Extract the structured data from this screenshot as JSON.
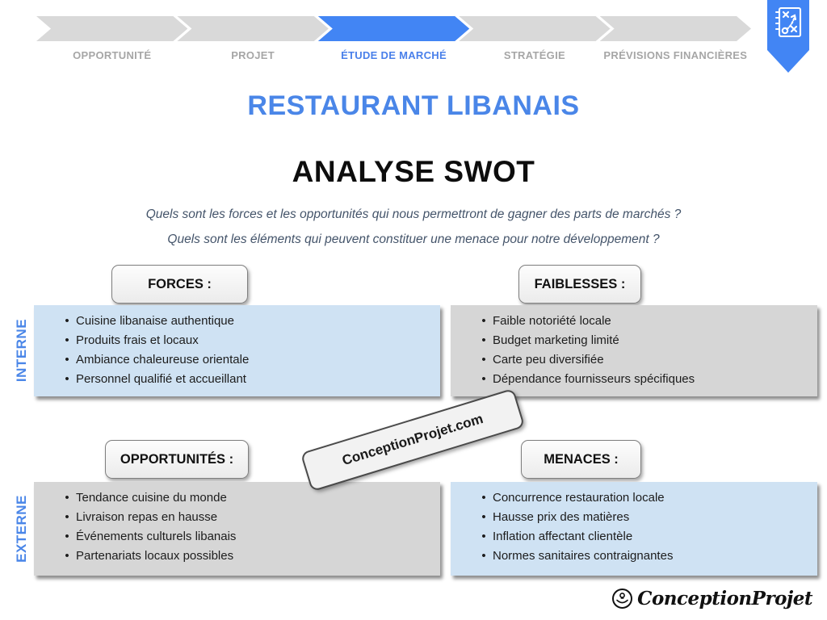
{
  "stepper": {
    "active_index": 2,
    "steps": [
      {
        "label": "OPPORTUNITÉ"
      },
      {
        "label": "PROJET"
      },
      {
        "label": "ÉTUDE DE MARCHÉ"
      },
      {
        "label": "STRATÉGIE"
      },
      {
        "label": "PRÉVISIONS FINANCIÈRES"
      }
    ]
  },
  "titles": {
    "project": "RESTAURANT LIBANAIS",
    "slide": "ANALYSE SWOT"
  },
  "questions": [
    "Quels sont les forces et les opportunités qui nous permettront de gagner des parts de marchés ?",
    "Quels sont les éléments qui peuvent constituer une menace pour notre développement ?"
  ],
  "axis": {
    "internal": "INTERNE",
    "external": "EXTERNE"
  },
  "quadrants": {
    "forces": {
      "header": "FORCES :",
      "items": [
        "Cuisine libanaise authentique",
        "Produits frais et locaux",
        "Ambiance chaleureuse orientale",
        "Personnel qualifié et accueillant"
      ]
    },
    "faiblesses": {
      "header": "FAIBLESSES :",
      "items": [
        "Faible notoriété locale",
        "Budget marketing limité",
        "Carte peu diversifiée",
        "Dépendance fournisseurs spécifiques"
      ]
    },
    "opportunites": {
      "header": "OPPORTUNITÉS :",
      "items": [
        "Tendance cuisine du monde",
        "Livraison repas en hausse",
        "Événements culturels libanais",
        "Partenariats locaux possibles"
      ]
    },
    "menaces": {
      "header": "MENACES :",
      "items": [
        "Concurrence restauration locale",
        "Hausse prix des matières",
        "Inflation affectant clientèle",
        "Normes sanitaires contraignantes"
      ]
    }
  },
  "watermark": "ConceptionProjet.com",
  "logo": {
    "name": "ConceptionProjet"
  },
  "colors": {
    "accent_blue": "#4285f4",
    "title_blue": "#4a86e8",
    "panel_blue": "#cfe2f3",
    "panel_gray": "#d6d6d6",
    "chevron_gray": "#d9d9d9",
    "step_label_gray": "#a6a6a6",
    "question_slate": "#44546a"
  }
}
